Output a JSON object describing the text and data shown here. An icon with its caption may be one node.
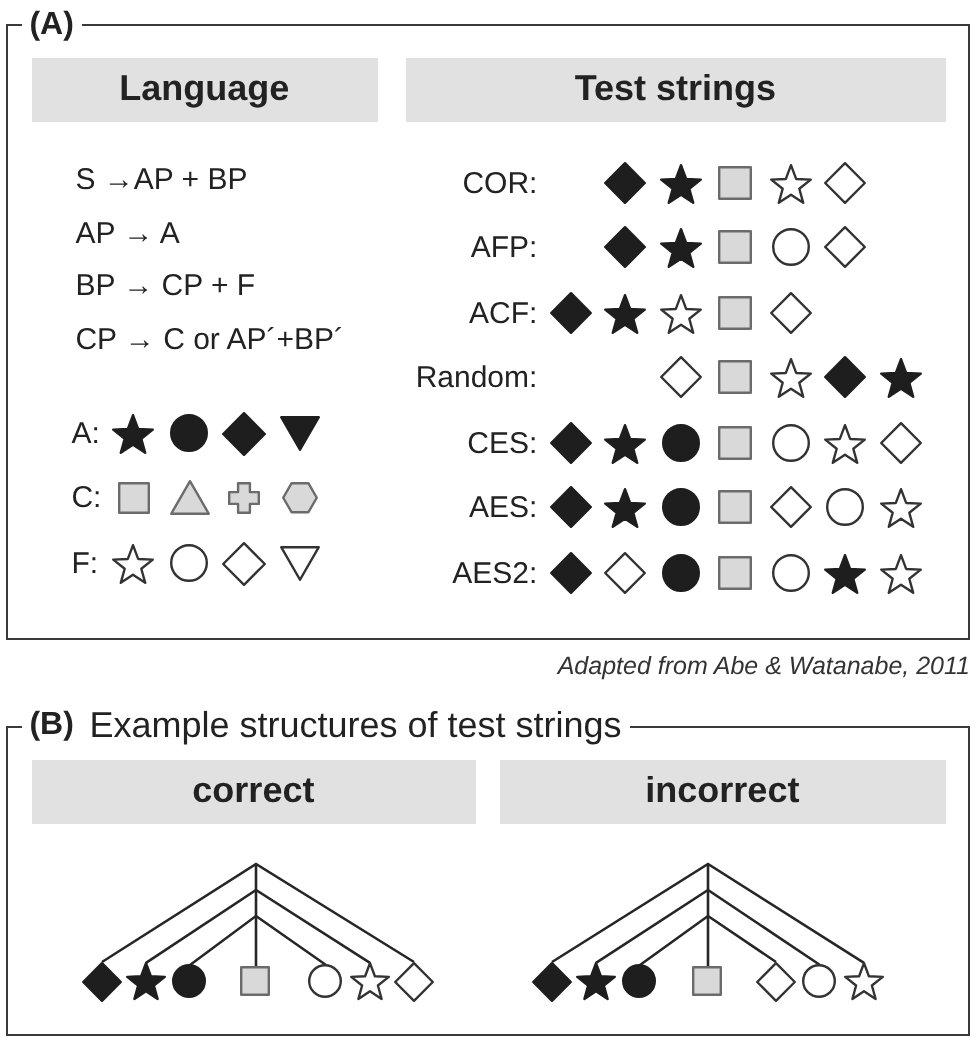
{
  "diagram": {
    "nodes": [
      {
        "text": [
          "(A)"
        ]
      },
      {
        "text": [
          "Language"
        ],
        "in": 0
      },
      {
        "text": [
          "Test strings"
        ],
        "in": 0
      },
      {
        "text": [
          "(B)",
          "Example structures of test strings"
        ]
      },
      {
        "text": [
          "correct"
        ],
        "in": 3
      },
      {
        "text": [
          "incorrect"
        ],
        "in": 3
      },
      {
        "text": [],
        "shape": "diamond",
        "in": 3
      },
      {
        "text": [],
        "shape": "star",
        "in": 3
      },
      {
        "text": [],
        "shape": "circle",
        "in": 3
      },
      {
        "text": [],
        "shape": "square",
        "in": 3
      },
      {
        "text": [],
        "shape": "circle",
        "in": 3
      },
      {
        "text": [],
        "shape": "star",
        "in": 3
      },
      {
        "text": [],
        "shape": "diamond",
        "in": 3
      },
      {
        "text": [],
        "shape": "diamond",
        "in": 3
      },
      {
        "text": [],
        "shape": "star",
        "in": 3
      },
      {
        "text": [],
        "shape": "circle",
        "in": 3
      },
      {
        "text": [],
        "shape": "square",
        "in": 3
      },
      {
        "text": [],
        "shape": "diamond",
        "in": 3
      },
      {
        "text": [],
        "shape": "circle",
        "in": 3
      },
      {
        "text": [],
        "shape": "star",
        "in": 3
      }
    ],
    "edges": [
      {
        "from": 6,
        "to": 12,
        "arrow": "none"
      },
      {
        "from": 7,
        "to": 11,
        "arrow": "none"
      },
      {
        "from": 8,
        "to": 10,
        "arrow": "none"
      },
      {
        "from": null,
        "to": 9,
        "arrow": "none"
      },
      {
        "from": 13,
        "to": 19,
        "arrow": "none"
      },
      {
        "from": 14,
        "to": 18,
        "arrow": "none"
      },
      {
        "from": 15,
        "to": 17,
        "arrow": "none"
      },
      {
        "from": null,
        "to": 16,
        "arrow": "none"
      }
    ],
    "labels": [
      "S →AP + BP",
      "AP → A",
      "BP → CP + F",
      "CP → C or AP´+BP´",
      "A:",
      "C:",
      "F:",
      "COR:",
      "AFP:",
      "ACF:",
      "Random:",
      "CES:",
      "AES:",
      "AES2:",
      "Adapted from Abe & Watanabe, 2011"
    ]
  }
}
